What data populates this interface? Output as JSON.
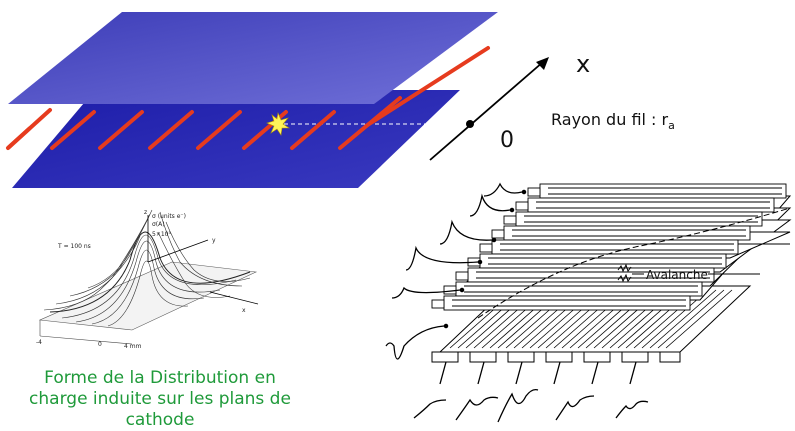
{
  "labels": {
    "axis_x": "x",
    "axis_origin": "0",
    "wire_radius_prefix": "Rayon du fil : r",
    "wire_radius_sub": "a",
    "avalanche": "Avalanche",
    "caption_line1": "Forme de la Distribution en",
    "caption_line2": "charge induite sur les plans de",
    "caption_line3": "cathode"
  },
  "plot_labels": {
    "time": "T = 100 ns",
    "sigma": "σ (units e⁻)",
    "sigma_sub": "σ(A)",
    "gain": "5×10⁵",
    "axis_y": "y",
    "axis_x": "x",
    "axis_z": "z",
    "tick_left": "-4",
    "tick_mid": "0",
    "tick_right": "4 mm"
  },
  "colors": {
    "plane_top": "#5656c8",
    "plane_bottom": "#2a2ab0",
    "wire": "#e63b1e",
    "caption": "#1f9a3a"
  }
}
